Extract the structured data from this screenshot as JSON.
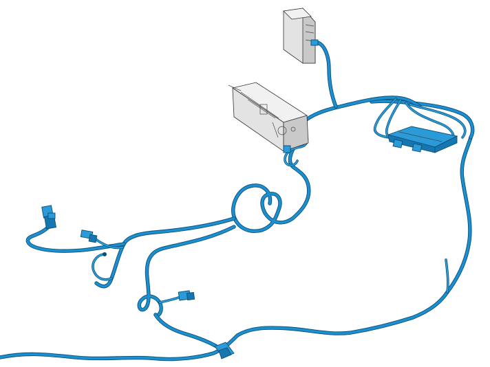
{
  "figure": {
    "kind": "wiring harness illustration",
    "colors": {
      "cable": "#1c8fd0",
      "cable_outline": "#0b4f77",
      "module": "#2a9ad8",
      "device_body": "#e3e3e3",
      "background": "#ffffff"
    },
    "components": [
      {
        "id": "small-receiver-box",
        "icon": "grey-box"
      },
      {
        "id": "head-unit",
        "icon": "grey-radio-unit"
      },
      {
        "id": "control-module",
        "icon": "blue-module"
      },
      {
        "id": "connector-left-upper",
        "icon": "blue-plug"
      },
      {
        "id": "connector-left-middle",
        "icon": "blue-plug"
      },
      {
        "id": "connector-center",
        "icon": "blue-plug"
      },
      {
        "id": "connector-bottom-clip",
        "icon": "blue-clip"
      }
    ]
  }
}
